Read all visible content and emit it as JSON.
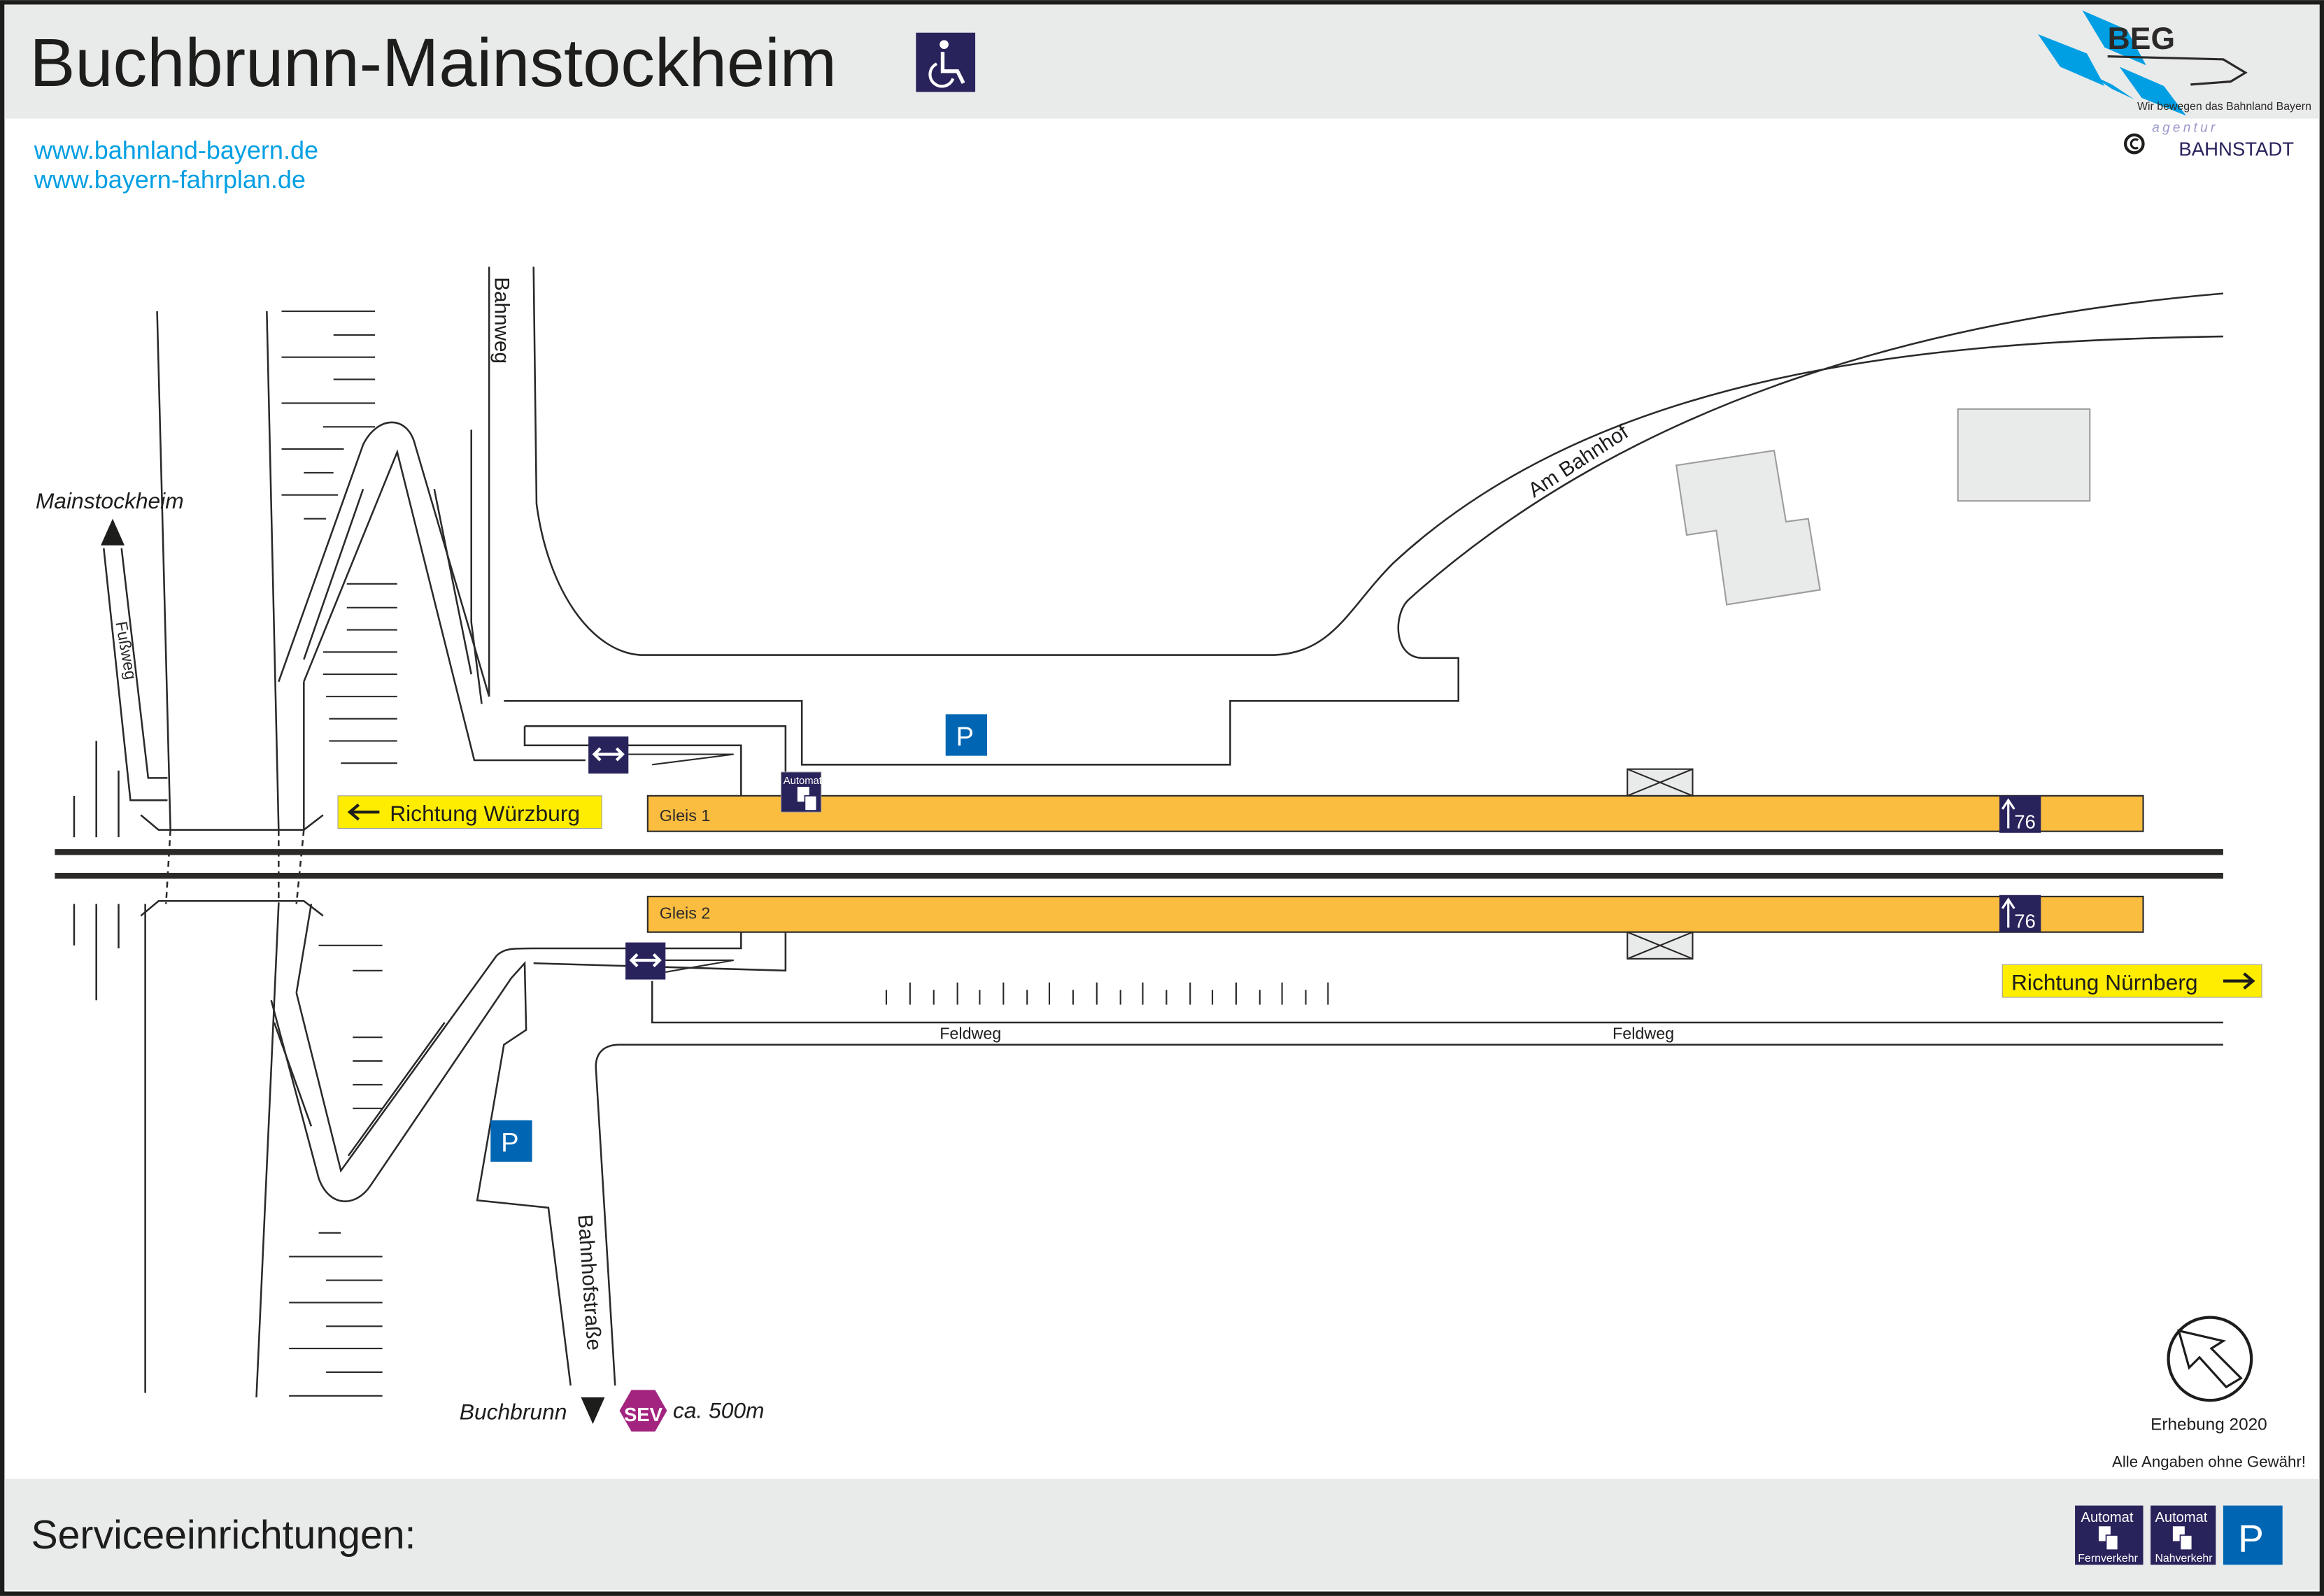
{
  "header": {
    "title": "Buchbrunn-Mainstockheim",
    "accessibility_icon": "wheelchair-icon",
    "links": [
      "www.bahnland-bayern.de",
      "www.bayern-fahrplan.de"
    ],
    "logo": {
      "brand": "BEG",
      "tagline": "Wir bewegen das Bahnland Bayern"
    },
    "credit": {
      "prefix": "agentur",
      "name": "BAHNSTADT"
    }
  },
  "map": {
    "streets": {
      "bahnweg": "Bahnweg",
      "am_bahnhof": "Am Bahnhof",
      "fussweg": "Fußweg",
      "bahnhofstrasse": "Bahnhofstraße",
      "feldweg": "Feldweg"
    },
    "places": {
      "mainstockheim": "Mainstockheim",
      "buchbrunn": "Buchbrunn"
    },
    "directions": {
      "west": "Richtung Würzburg",
      "east": "Richtung Nürnberg"
    },
    "platforms": [
      {
        "label": "Gleis 1",
        "height_cm": "76"
      },
      {
        "label": "Gleis 2",
        "height_cm": "76"
      }
    ],
    "automat_label": "Automat",
    "parking_label": "P",
    "sev": {
      "badge": "SEV",
      "distance": "ca. 500m"
    },
    "survey": "Erhebung 2020",
    "disclaimer": "Alle Angaben ohne Gewähr!"
  },
  "footer": {
    "title": "Serviceeinrichtungen:",
    "services": [
      {
        "top": "Automat",
        "bottom": "Fernverkehr"
      },
      {
        "top": "Automat",
        "bottom": "Nahverkehr"
      },
      {
        "label": "P"
      }
    ]
  },
  "colors": {
    "platform": "#fbbd40",
    "navy": "#29235c",
    "parking": "#0066b3",
    "link": "#009fe3",
    "sign": "#ffed00",
    "sev": "#a3247f"
  }
}
